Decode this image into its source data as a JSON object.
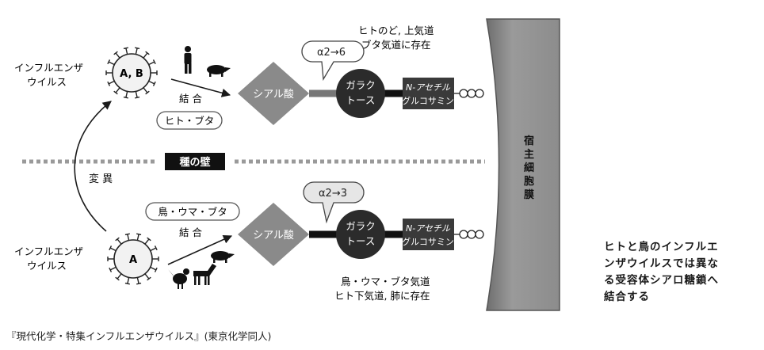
{
  "top": {
    "virus_label_line1": "インフルエンザ",
    "virus_label_line2": "ウイルス",
    "virus_type": "A, B",
    "bind_label": "結 合",
    "host_tag": "ヒト・ブタ",
    "linkage": "α2→6",
    "location_line1": "ヒトのど, 上気道",
    "location_line2": "ブタ気道に存在"
  },
  "bottom": {
    "virus_label_line1": "インフルエンザ",
    "virus_label_line2": "ウイルス",
    "virus_type": "A",
    "bind_label": "結 合",
    "host_tag": "鳥・ウマ・ブタ",
    "linkage": "α2→3",
    "location_line1": "鳥・ウマ・ブタ気道",
    "location_line2": "ヒト下気道, 肺に存在"
  },
  "sugar": {
    "sialic_acid": "シアル酸",
    "galactose_line1": "ガラク",
    "galactose_line2": "トース",
    "glcnac_line1": "N-アセチル",
    "glcnac_line2": "グルコサミン"
  },
  "species_barrier": "種の壁",
  "mutation": "変 異",
  "membrane_label": "宿主細胞膜",
  "note_lines": [
    "ヒトと鳥のインフルエ",
    "ンザウイルスでは異な",
    "る受容体シアロ糖鎖へ",
    "結合する"
  ],
  "source": "『現代化学・特集インフルエンザウイルス』(東京化学同人)",
  "colors": {
    "diamond": "#8a8a8a",
    "circle": "#2b2b2b",
    "square": "#3a3a3a",
    "membrane": "#8f8f8f",
    "barrier": "#9a9a9a",
    "virus_fill": "#f2f2f2"
  }
}
